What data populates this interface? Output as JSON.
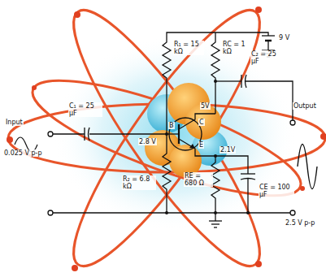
{
  "diagram": {
    "labels": [
      "R₁ = 15 kΩ",
      "RC = 1 kΩ",
      "C₂ = 25 µF",
      "9 V",
      "C₁ = 25 µF",
      "Input",
      "0.025 V p-p",
      "B",
      "C",
      "5V",
      "2.8 V",
      "E",
      "2.1V",
      "Output",
      "R₂ = 6.8 kΩ",
      "RE = 680 Ω",
      "CE = 100 µF",
      "2.5 V p-p"
    ]
  }
}
